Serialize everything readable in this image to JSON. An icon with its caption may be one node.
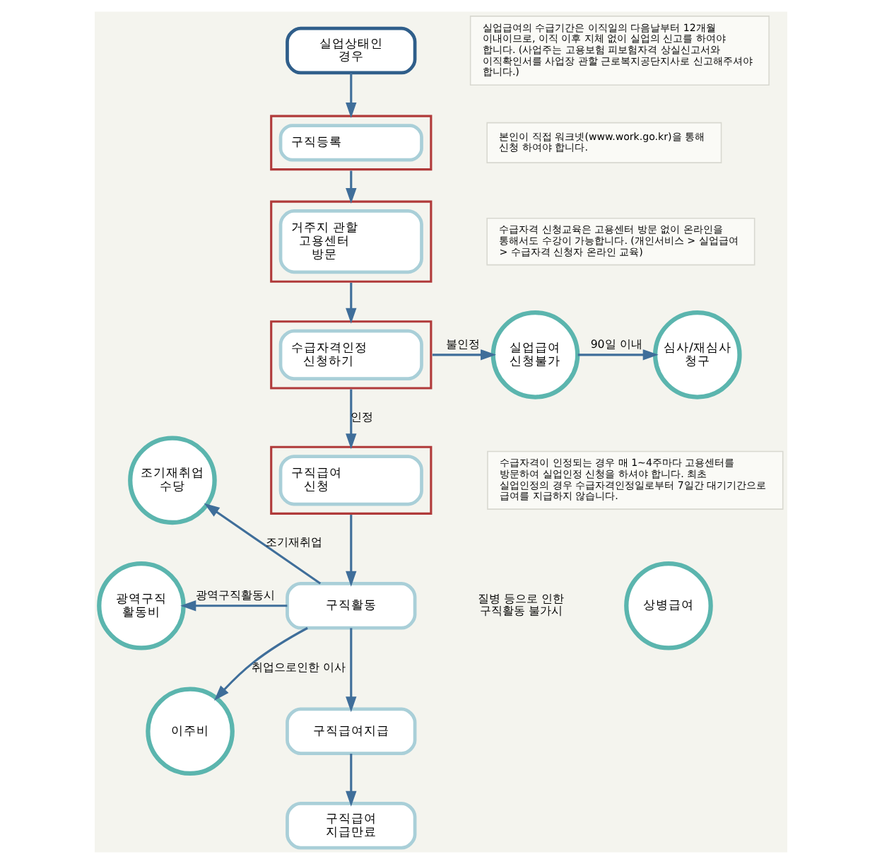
{
  "diagram": {
    "nodes": [
      {
        "text": [
          "실업상태인 경우"
        ]
      },
      {
        "text": [
          "실업급여의 수급기간은 이직일의 다음날부터 12개월 이내이므로, 이직 이후 지체 없이 실업의 신고를 하여야 합니다. (사업주는 고용보험 피보험자격 상실신고서와 이직확인서를 사업장 관할 근로복지공단지사로 신고해주셔야 합니다.)"
        ]
      },
      {
        "text": [
          "구직등록"
        ]
      },
      {
        "text": [
          "본인이 직접 워크넷(www.work.go.kr)을 통해 신청 하여야 합니다."
        ]
      },
      {
        "text": [
          "거주지 관할 고용센터 방문"
        ]
      },
      {
        "text": [
          "수급자격 신청교육은 고용센터 방문 없이 온라인을 통해서도 수강이 가능합니다. (개인서비스 > 실업급여 > 수급자격 신청자 온라인 교육)"
        ]
      },
      {
        "text": [
          "수급자격인정 신청하기"
        ]
      },
      {
        "text": [
          "실업급여 신청불가"
        ]
      },
      {
        "text": [
          "심사/재심사 청구"
        ]
      },
      {
        "text": [
          "구직급여 신청"
        ]
      },
      {
        "text": [
          "수급자격이 인정되는 경우 매 1~4주마다 고용센터를 방문하여 실업인정 신청을 하셔야 합니다. 최초 실업인정의 경우 수급자격인정일로부터 7일간 대기기간으로 급여를 지급하지 않습니다."
        ]
      },
      {
        "text": [
          "조기재취업 수당"
        ]
      },
      {
        "text": [
          "구직활동"
        ]
      },
      {
        "text": [
          "광역구직 활동비"
        ]
      },
      {
        "text": [
          "상병급여"
        ]
      },
      {
        "text": [
          "이주비"
        ]
      },
      {
        "text": [
          "구직급여지급"
        ]
      },
      {
        "text": [
          "구직급여 지급만료"
        ]
      }
    ],
    "edges": [
      {
        "from": 0,
        "to": 2,
        "arrow": "to"
      },
      {
        "from": 2,
        "to": 4,
        "arrow": "to"
      },
      {
        "from": 4,
        "to": 6,
        "arrow": "to"
      },
      {
        "from": 6,
        "to": 7,
        "arrow": "to",
        "label": "불인정"
      },
      {
        "from": 7,
        "to": 8,
        "arrow": "to",
        "label": "90일 이내"
      },
      {
        "from": 6,
        "to": 9,
        "arrow": "to",
        "label": "인정"
      },
      {
        "from": 9,
        "to": 12,
        "arrow": "to"
      },
      {
        "from": 12,
        "to": 11,
        "arrow": "to",
        "label": "조기재취업"
      },
      {
        "from": 12,
        "to": 13,
        "arrow": "to",
        "label": "광역구직활동시"
      },
      {
        "from": 12,
        "to": 15,
        "arrow": "to",
        "label": "취업으로인한 이사"
      },
      {
        "from": 12,
        "to": 16,
        "arrow": "to"
      },
      {
        "from": 16,
        "to": 17,
        "arrow": "to"
      }
    ],
    "labels": [
      "질병 등으로 인한 구직활동 불가시"
    ]
  }
}
